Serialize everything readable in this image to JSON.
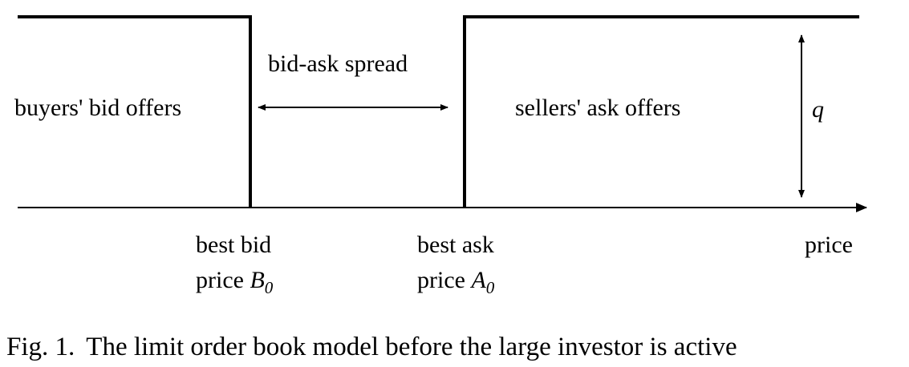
{
  "labels": {
    "buyers": "buyers' bid offers",
    "spread": "bid-ask spread",
    "sellers": "sellers' ask offers",
    "q": "q",
    "best_bid_line1": "best bid",
    "best_bid_line2_text": "price ",
    "best_bid_symbol": "B",
    "best_bid_subscript": "0",
    "best_ask_line1": "best ask",
    "best_ask_line2_text": "price ",
    "best_ask_symbol": "A",
    "best_ask_subscript": "0",
    "price": "price"
  },
  "caption": {
    "number": "Fig. 1.",
    "text": "The limit order book model before the large investor is active"
  }
}
